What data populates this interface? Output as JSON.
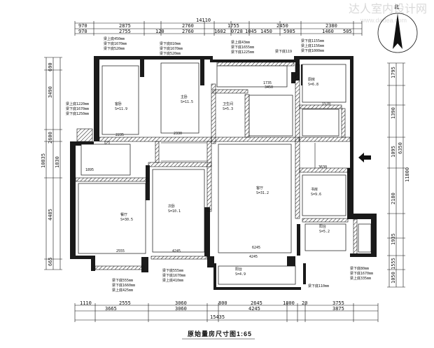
{
  "drawing": {
    "title": "原始量房尺寸图1:65",
    "watermark_cn": "达人室内设计网",
    "watermark_url": "www.dadea.com",
    "north_label": "北",
    "top_dims": {
      "overall": "14110",
      "row1": [
        "970",
        "2875",
        "2760",
        "1755",
        "2450",
        "2380"
      ],
      "row2": [
        "970",
        "2755",
        "120",
        "2760",
        "1602",
        "0728",
        "1045",
        "1450",
        "5905",
        "1460",
        "505"
      ]
    },
    "bottom_dims": {
      "overall": "15435",
      "row1": [
        "1110",
        "2555",
        "3060",
        "800",
        "2645",
        "1800",
        "20",
        "3755"
      ],
      "row2": [
        "3665",
        "3060",
        "4245",
        "3875"
      ]
    },
    "left_dims": [
      "690",
      "3490",
      "10835",
      "2600",
      "1830",
      "4485",
      "665"
    ],
    "right_dims": [
      "1795",
      "1390",
      "6350",
      "11800",
      "1095",
      "2180",
      "1935",
      "1555",
      "1050"
    ],
    "room_labels": [
      {
        "name": "客卧",
        "area": "S=11.9"
      },
      {
        "name": "主卧",
        "area": "S=11.5"
      },
      {
        "name": "卫生间",
        "area": "S=5.3"
      },
      {
        "name": "客厅",
        "area": "S=31.2"
      },
      {
        "name": "厨房",
        "area": "S=6.8"
      },
      {
        "name": "书房",
        "area": "S=9.6"
      },
      {
        "name": "阳台",
        "area": "S=4.9"
      },
      {
        "name": "餐厅",
        "area": "S=30.5"
      },
      {
        "name": "次卧",
        "area": "S=10.1"
      },
      {
        "name": "阳台",
        "area": "S=5.2"
      }
    ],
    "notes": {
      "n1": [
        "梁上底450mm",
        "梁下底1670mm",
        "梁下底520mm"
      ],
      "n2": [
        "梁下底810mm",
        "梁下底1670mm",
        "梁下底520mm"
      ],
      "n3": [
        "梁上底43mm",
        "梁下底1655mm",
        "梁下底1225mm"
      ],
      "n4": [
        "梁下底1155mm",
        "梁上底1156mm",
        "梁下底1000mm"
      ],
      "n5": [
        "梁上底1220mm",
        "梁下底1670mm",
        "梁下底1250mm"
      ],
      "n6": [
        "梁下底555mm",
        "梁下底1670mm",
        "梁上底410mm"
      ],
      "n7": [
        "梁下底555mm",
        "梁下底1660mm",
        "梁上底425mm"
      ],
      "n8": [
        "梁下底80mm",
        "梁下底1670mm",
        "梁上底335mm"
      ],
      "n9": "梁下底110mm",
      "n10": "梁下底119"
    },
    "inner_dims": [
      "2235",
      "2330",
      "1735",
      "3450",
      "2555",
      "4245",
      "6245",
      "4245",
      "3630",
      "1570",
      "1895"
    ]
  }
}
